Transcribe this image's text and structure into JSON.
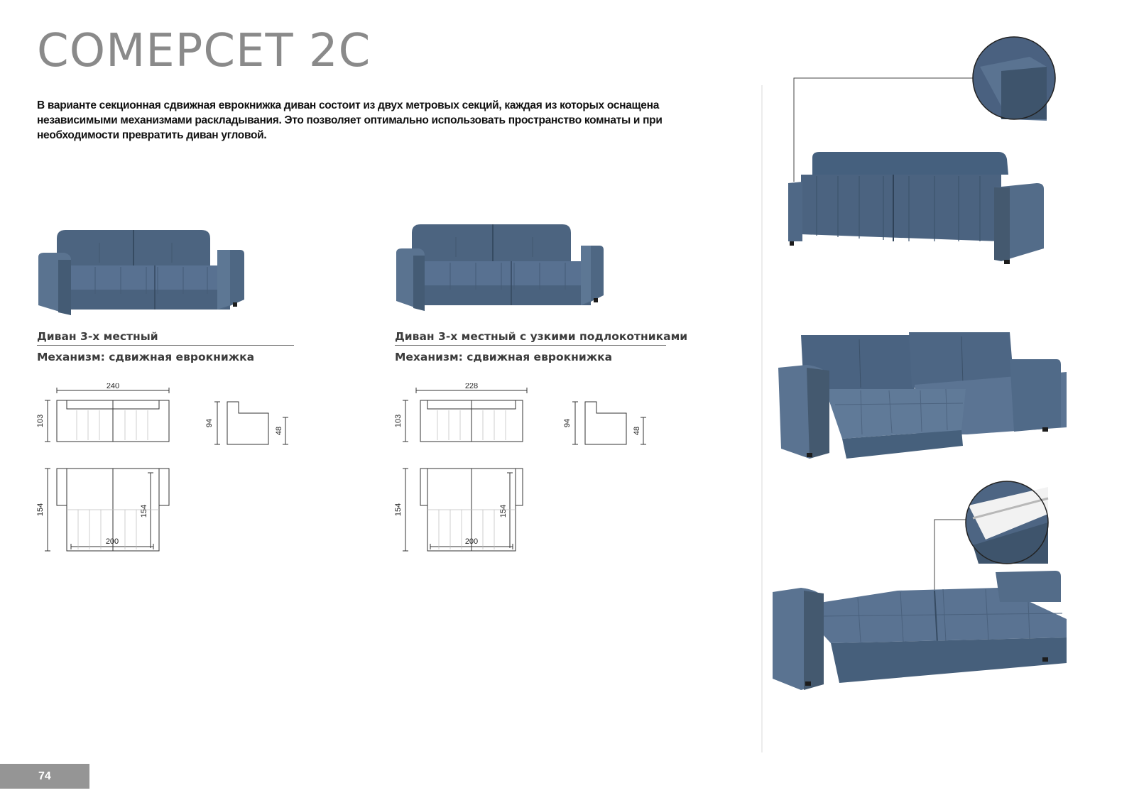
{
  "header": {
    "title": "СОМЕРСЕТ 2С",
    "intro": "В варианте секционная сдвижная еврокнижка  диван состоит из двух метровых секций, каждая из которых оснащена независимыми механизмами раскладывания. Это позволяет оптимально использовать пространство комнаты и при необходимости превратить диван угловой."
  },
  "products": [
    {
      "title": "Диван 3-х местный",
      "mechanism": "Механизм: сдвижная еврокнижка",
      "dims": {
        "width": "240",
        "depth": "103",
        "height": "94",
        "seat": "48",
        "bed_depth": "154",
        "bed_depth_inner": "154",
        "bed_width": "200"
      }
    },
    {
      "title": "Диван 3-х местный  с узкими подлокотниками",
      "mechanism": "Механизм: сдвижная еврокнижка",
      "dims": {
        "width": "228",
        "depth": "103",
        "height": "94",
        "seat": "48",
        "bed_depth": "154",
        "bed_depth_inner": "154",
        "bed_width": "200"
      }
    }
  ],
  "footer": {
    "page_number": "74"
  },
  "colors": {
    "fabric": "#4f6781",
    "fabric_dark": "#3f5670",
    "fabric_light": "#5c7592",
    "title_gray": "#8a8a8a",
    "page_box": "#959595"
  }
}
